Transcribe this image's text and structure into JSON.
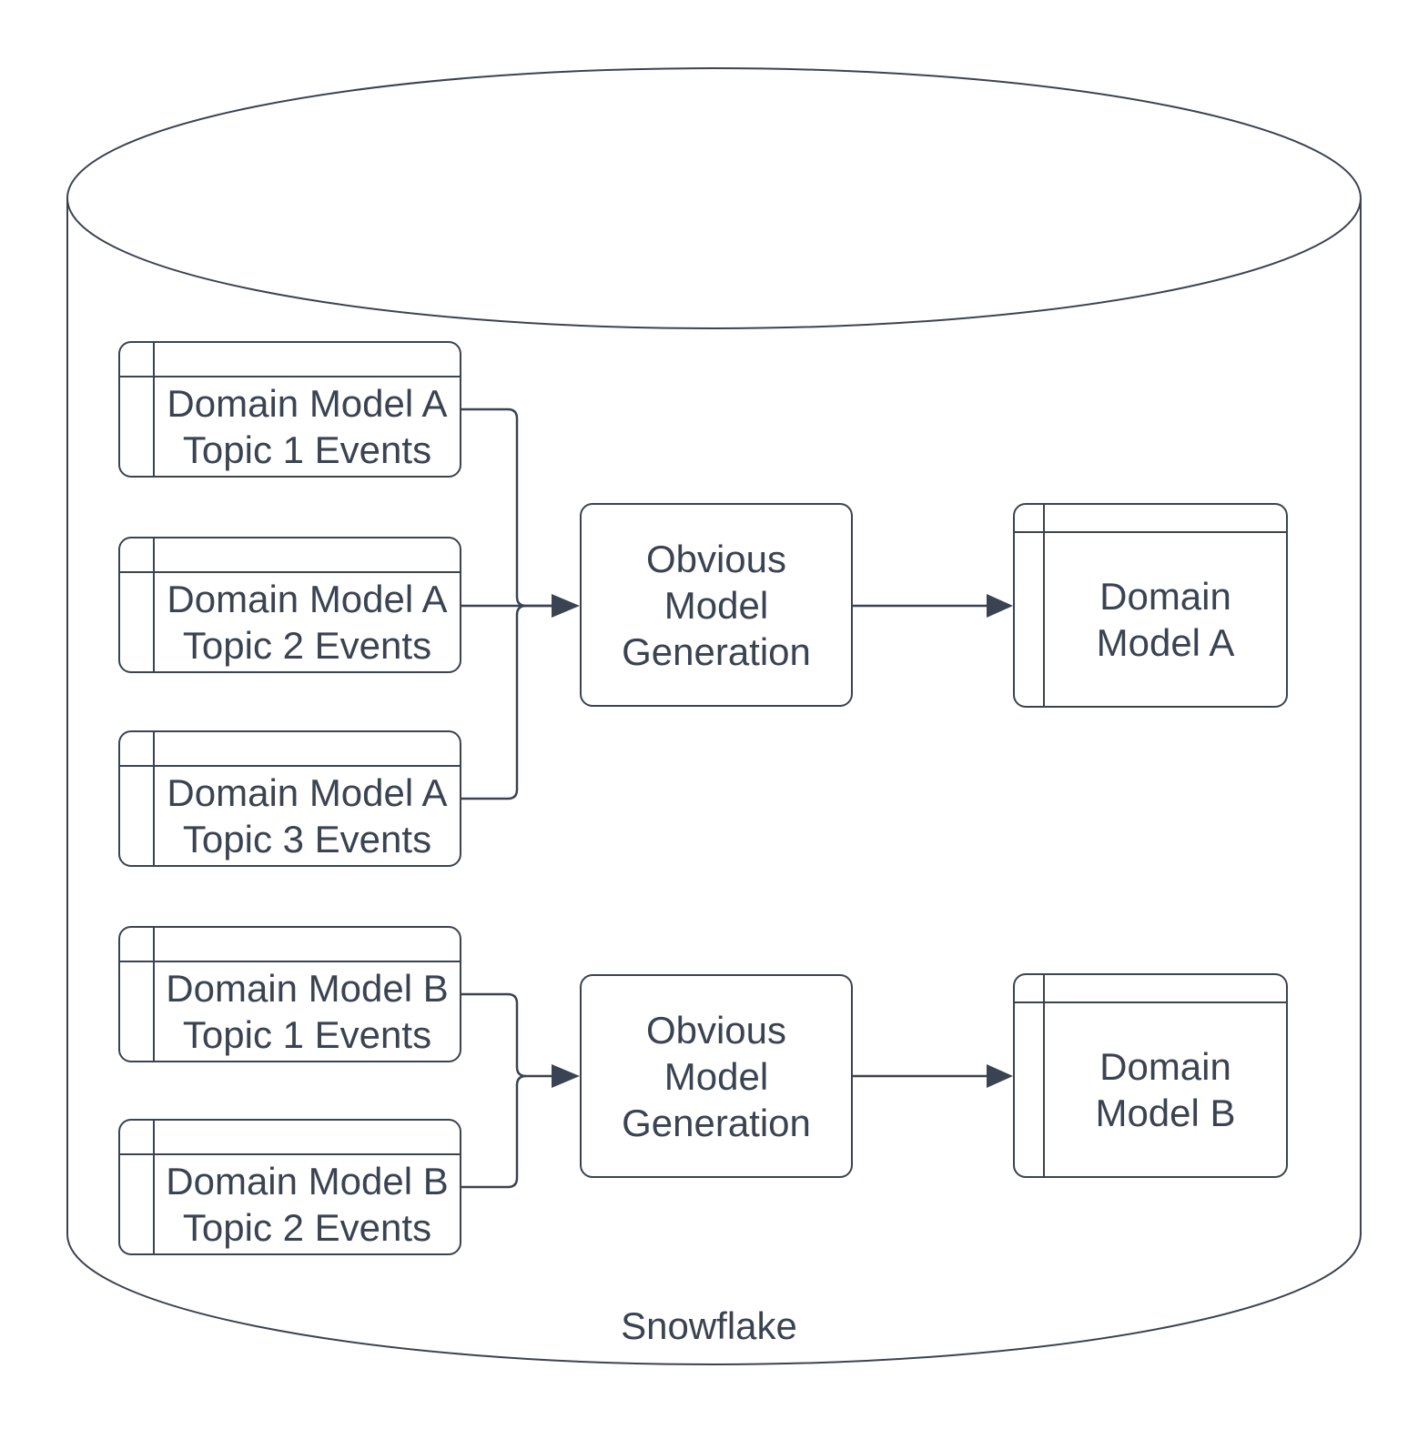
{
  "diagram": {
    "container": {
      "label": "Snowflake"
    },
    "colors": {
      "stroke": "#3a4351",
      "text": "#3a4351",
      "background": "#ffffff"
    },
    "cluster_a": {
      "topic_1": {
        "line1": "Domain Model A",
        "line2": "Topic 1 Events"
      },
      "topic_2": {
        "line1": "Domain Model A",
        "line2": "Topic 2 Events"
      },
      "topic_3": {
        "line1": "Domain Model A",
        "line2": "Topic 3 Events"
      },
      "process": {
        "line1": "Obvious",
        "line2": "Model",
        "line3": "Generation"
      },
      "output": {
        "line1": "Domain",
        "line2": "Model A"
      }
    },
    "cluster_b": {
      "topic_1": {
        "line1": "Domain Model B",
        "line2": "Topic 1 Events"
      },
      "topic_2": {
        "line1": "Domain Model B",
        "line2": "Topic 2 Events"
      },
      "process": {
        "line1": "Obvious",
        "line2": "Model",
        "line3": "Generation"
      },
      "output": {
        "line1": "Domain",
        "line2": "Model B"
      }
    }
  }
}
